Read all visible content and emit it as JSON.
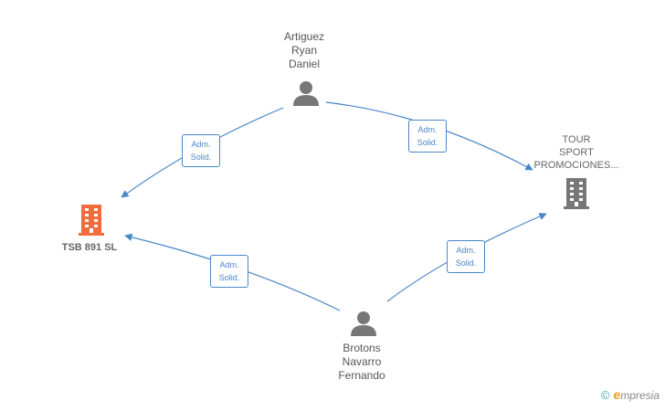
{
  "nodes": {
    "artiguez": {
      "lines": [
        "Artiguez",
        "Ryan",
        "Daniel"
      ],
      "icon": "person-icon"
    },
    "brotons": {
      "lines": [
        "Brotons",
        "Navarro",
        "Fernando"
      ],
      "icon": "person-icon"
    },
    "tsb": {
      "lines": [
        "TSB 891  SL"
      ],
      "icon": "building-icon",
      "color": "#f26b3a"
    },
    "tour": {
      "lines": [
        "TOUR",
        "SPORT",
        "PROMOCIONES..."
      ],
      "icon": "building-icon",
      "color": "#777777"
    }
  },
  "edges": [
    {
      "id": "artiguez-tsb",
      "label": [
        "Adm.",
        "Solid."
      ]
    },
    {
      "id": "artiguez-tour",
      "label": [
        "Adm.",
        "Solid."
      ]
    },
    {
      "id": "brotons-tsb",
      "label": [
        "Adm.",
        "Solid."
      ]
    },
    {
      "id": "brotons-tour",
      "label": [
        "Adm.",
        "Solid."
      ]
    }
  ],
  "colors": {
    "edge": "#4a86c8",
    "person": "#777777"
  },
  "brand": {
    "copyright": "©",
    "e": "e",
    "name": "mpresia"
  }
}
